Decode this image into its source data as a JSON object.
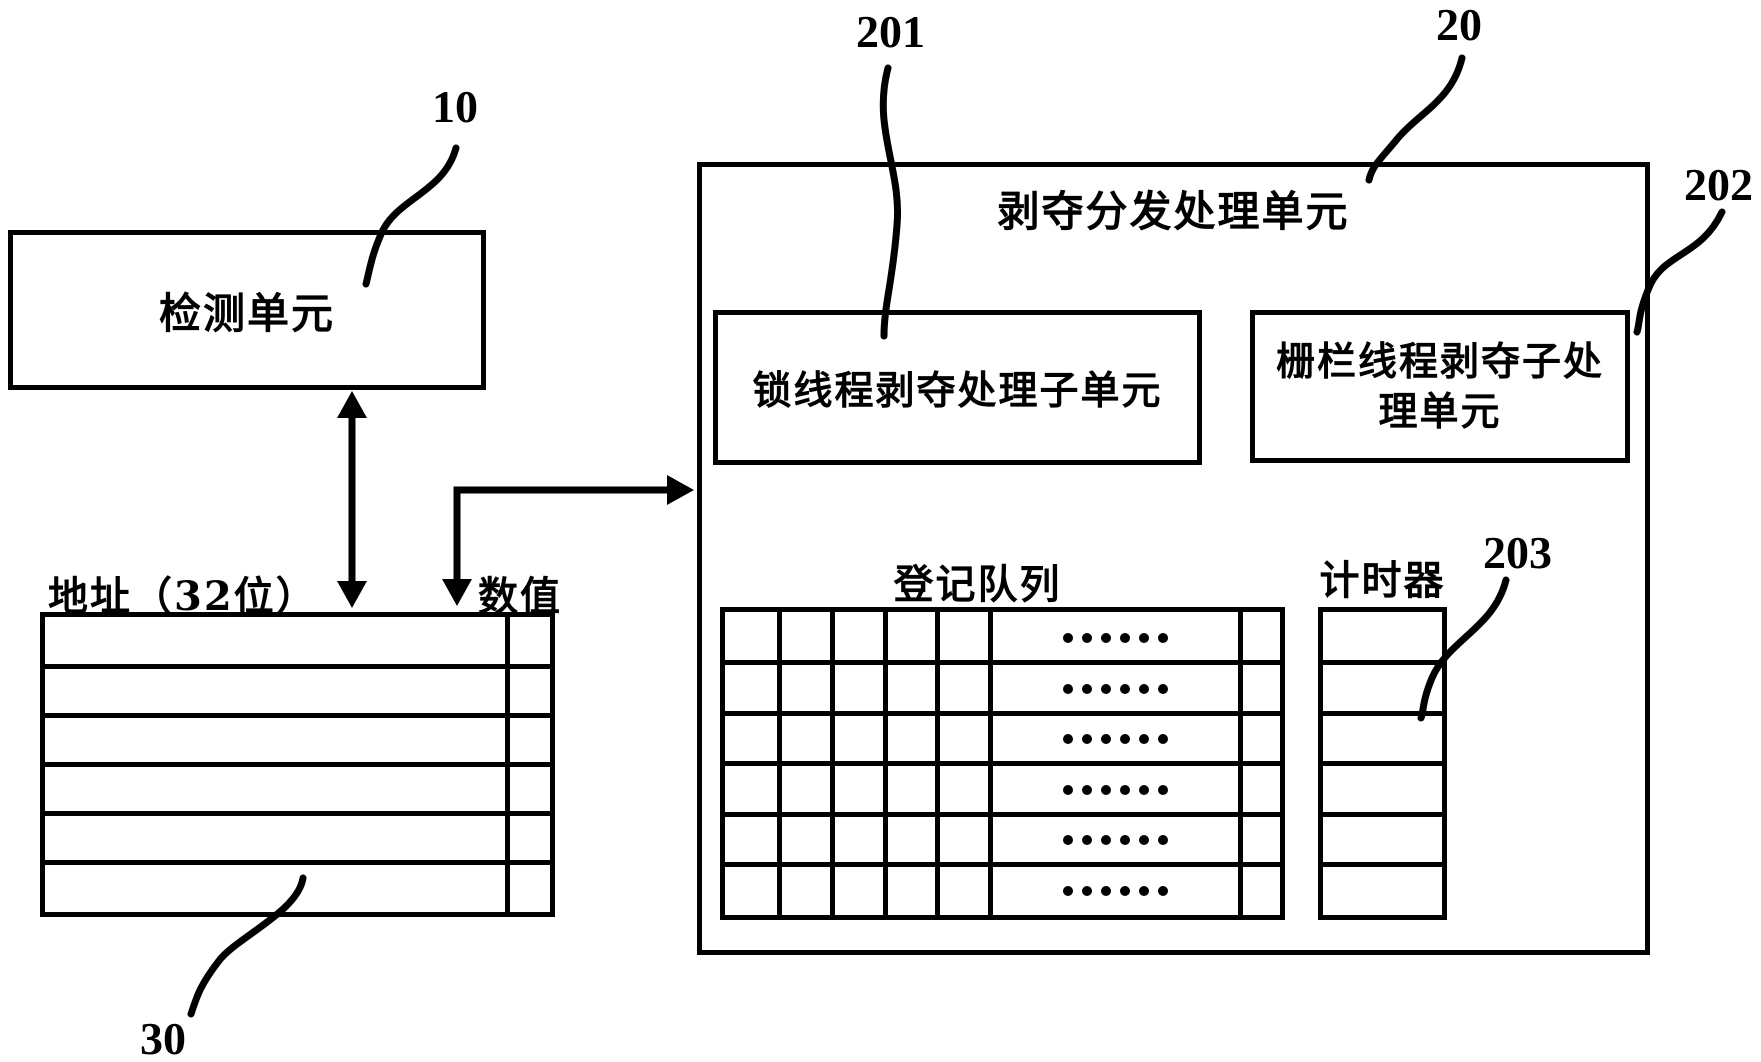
{
  "figure": {
    "detection_unit": {
      "label": "检测单元",
      "ref": "10"
    },
    "main_unit": {
      "title": "剥夺分发处理单元",
      "ref": "20",
      "lock_subunit": {
        "label": "锁线程剥夺处理子单元",
        "ref": "201"
      },
      "barrier_subunit": {
        "label_line1": "栅栏线程剥夺子处",
        "label_line2": "理单元",
        "ref": "202"
      },
      "registration_queue": {
        "label": "登记队列",
        "rows": 6,
        "narrow_cols": 5,
        "dots_per_row": 6
      },
      "timer": {
        "label": "计时器",
        "ref": "203",
        "rows": 6
      }
    },
    "memory_table": {
      "address_label": "地址（32位）",
      "value_label": "数值",
      "ref": "30",
      "rows": 6
    }
  },
  "colors": {
    "stroke": "#000000",
    "background": "#ffffff"
  }
}
